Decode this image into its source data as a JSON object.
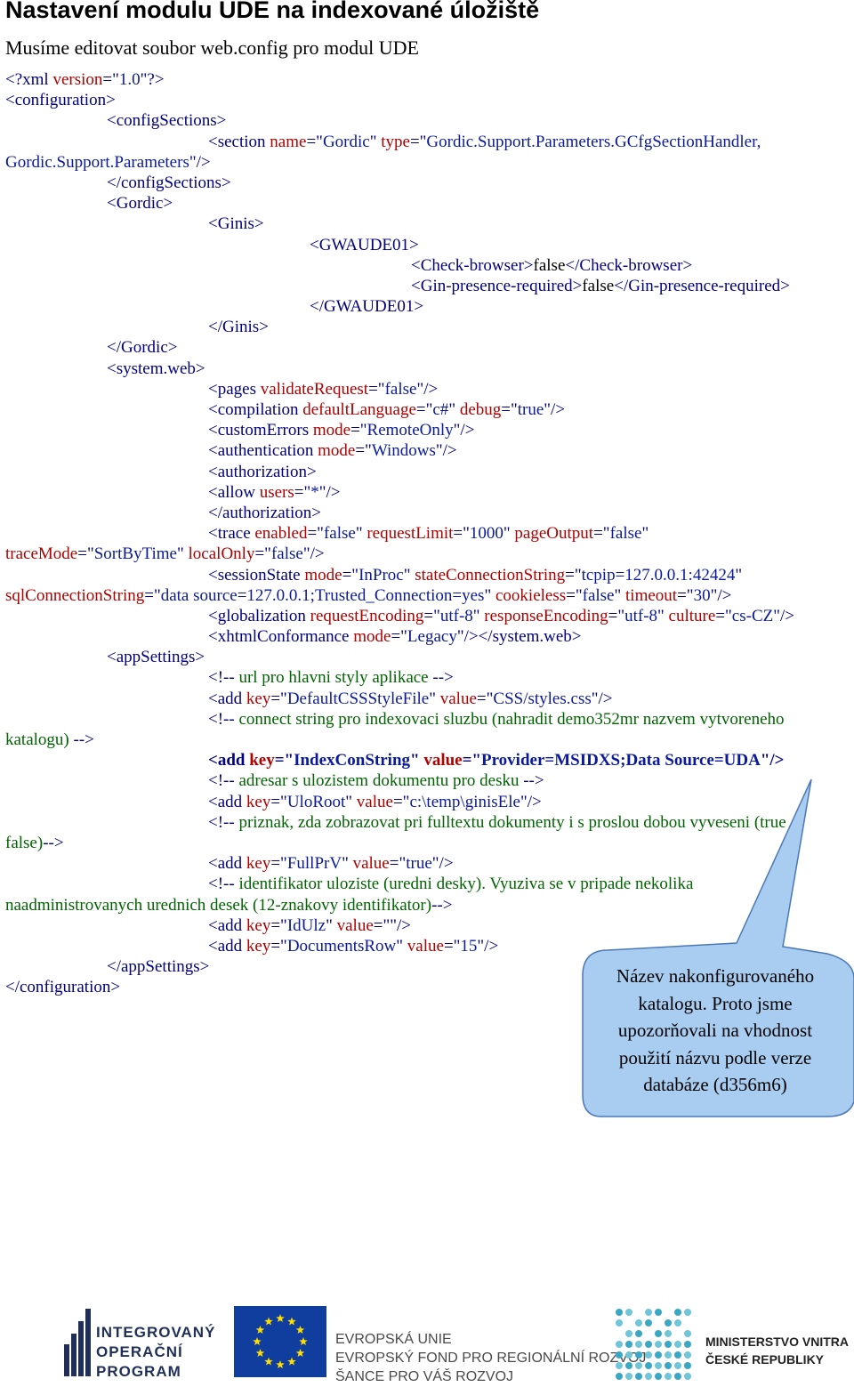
{
  "heading": "Nastavení modulu UDE na indexované úložiště",
  "intro": "Musíme editovat soubor web.config pro modul UDE",
  "code_lines": [
    {
      "indent": 0,
      "segs": [
        [
          "br",
          "<?"
        ],
        [
          "tg",
          "xml "
        ],
        [
          "an",
          "version"
        ],
        [
          "br",
          "=\""
        ],
        [
          "av",
          "1.0"
        ],
        [
          "br",
          "\"?>"
        ]
      ]
    },
    {
      "indent": 0,
      "segs": [
        [
          "br",
          "<"
        ],
        [
          "tg",
          "configuration"
        ],
        [
          "br",
          ">"
        ]
      ]
    },
    {
      "indent": 1,
      "segs": [
        [
          "br",
          "<"
        ],
        [
          "tg",
          "configSections"
        ],
        [
          "br",
          ">"
        ]
      ]
    },
    {
      "indent": 2,
      "segs": [
        [
          "br",
          "<"
        ],
        [
          "tg",
          "section "
        ],
        [
          "an",
          "name"
        ],
        [
          "br",
          "=\""
        ],
        [
          "av",
          "Gordic"
        ],
        [
          "br",
          "\" "
        ],
        [
          "an",
          "type"
        ],
        [
          "br",
          "=\""
        ],
        [
          "av",
          "Gordic.Support.Parameters.GCfgSectionHandler,"
        ]
      ]
    },
    {
      "indent": 0,
      "segs": [
        [
          "av",
          "Gordic.Support.Parameters"
        ],
        [
          "br",
          "\"/>"
        ]
      ]
    },
    {
      "indent": 1,
      "segs": [
        [
          "br",
          "</"
        ],
        [
          "tg",
          "configSections"
        ],
        [
          "br",
          ">"
        ]
      ]
    },
    {
      "indent": 1,
      "segs": [
        [
          "br",
          "<"
        ],
        [
          "tg",
          "Gordic"
        ],
        [
          "br",
          ">"
        ]
      ]
    },
    {
      "indent": 2,
      "segs": [
        [
          "br",
          "<"
        ],
        [
          "tg",
          "Ginis"
        ],
        [
          "br",
          ">"
        ]
      ]
    },
    {
      "indent": 3,
      "segs": [
        [
          "br",
          "<"
        ],
        [
          "tg",
          "GWAUDE01"
        ],
        [
          "br",
          ">"
        ]
      ]
    },
    {
      "indent": 4,
      "segs": [
        [
          "br",
          "<"
        ],
        [
          "tg",
          "Check-browser"
        ],
        [
          "br",
          ">"
        ],
        [
          "tx",
          "false"
        ],
        [
          "br",
          "</"
        ],
        [
          "tg",
          "Check-browser"
        ],
        [
          "br",
          ">"
        ]
      ]
    },
    {
      "indent": 4,
      "segs": [
        [
          "br",
          "<"
        ],
        [
          "tg",
          "Gin-presence-required"
        ],
        [
          "br",
          ">"
        ],
        [
          "tx",
          "false"
        ],
        [
          "br",
          "</"
        ],
        [
          "tg",
          "Gin-presence-required"
        ],
        [
          "br",
          ">"
        ]
      ]
    },
    {
      "indent": 3,
      "segs": [
        [
          "br",
          "</"
        ],
        [
          "tg",
          "GWAUDE01"
        ],
        [
          "br",
          ">"
        ]
      ]
    },
    {
      "indent": 2,
      "segs": [
        [
          "br",
          "</"
        ],
        [
          "tg",
          "Ginis"
        ],
        [
          "br",
          ">"
        ]
      ]
    },
    {
      "indent": 1,
      "segs": [
        [
          "br",
          "</"
        ],
        [
          "tg",
          "Gordic"
        ],
        [
          "br",
          ">"
        ]
      ]
    },
    {
      "indent": 1,
      "segs": [
        [
          "br",
          "<"
        ],
        [
          "tg",
          "system.web"
        ],
        [
          "br",
          ">"
        ]
      ]
    },
    {
      "indent": 2,
      "segs": [
        [
          "br",
          "<"
        ],
        [
          "tg",
          "pages "
        ],
        [
          "an",
          "validateRequest"
        ],
        [
          "br",
          "=\""
        ],
        [
          "av",
          "false"
        ],
        [
          "br",
          "\"/>"
        ]
      ]
    },
    {
      "indent": 2,
      "segs": [
        [
          "br",
          "<"
        ],
        [
          "tg",
          "compilation "
        ],
        [
          "an",
          "defaultLanguage"
        ],
        [
          "br",
          "=\""
        ],
        [
          "av",
          "c#"
        ],
        [
          "br",
          "\" "
        ],
        [
          "an",
          "debug"
        ],
        [
          "br",
          "=\""
        ],
        [
          "av",
          "true"
        ],
        [
          "br",
          "\"/>"
        ]
      ]
    },
    {
      "indent": 2,
      "segs": [
        [
          "br",
          "<"
        ],
        [
          "tg",
          "customErrors "
        ],
        [
          "an",
          "mode"
        ],
        [
          "br",
          "=\""
        ],
        [
          "av",
          "RemoteOnly"
        ],
        [
          "br",
          "\"/>"
        ]
      ]
    },
    {
      "indent": 2,
      "segs": [
        [
          "br",
          "<"
        ],
        [
          "tg",
          "authentication "
        ],
        [
          "an",
          "mode"
        ],
        [
          "br",
          "=\""
        ],
        [
          "av",
          "Windows"
        ],
        [
          "br",
          "\"/>"
        ]
      ]
    },
    {
      "indent": 2,
      "segs": [
        [
          "br",
          "<"
        ],
        [
          "tg",
          "authorization"
        ],
        [
          "br",
          ">"
        ]
      ]
    },
    {
      "indent": 2,
      "segs": [
        [
          "br",
          "<"
        ],
        [
          "tg",
          "allow "
        ],
        [
          "an",
          "users"
        ],
        [
          "br",
          "=\""
        ],
        [
          "av",
          "*"
        ],
        [
          "br",
          "\"/>"
        ]
      ]
    },
    {
      "indent": 2,
      "segs": [
        [
          "br",
          "</"
        ],
        [
          "tg",
          "authorization"
        ],
        [
          "br",
          ">"
        ]
      ]
    },
    {
      "indent": 2,
      "segs": [
        [
          "br",
          "<"
        ],
        [
          "tg",
          "trace "
        ],
        [
          "an",
          "enabled"
        ],
        [
          "br",
          "=\""
        ],
        [
          "av",
          "false"
        ],
        [
          "br",
          "\" "
        ],
        [
          "an",
          "requestLimit"
        ],
        [
          "br",
          "=\""
        ],
        [
          "av",
          "1000"
        ],
        [
          "br",
          "\" "
        ],
        [
          "an",
          "pageOutput"
        ],
        [
          "br",
          "=\""
        ],
        [
          "av",
          "false"
        ],
        [
          "br",
          "\""
        ]
      ]
    },
    {
      "indent": 0,
      "segs": [
        [
          "an",
          "traceMode"
        ],
        [
          "br",
          "=\""
        ],
        [
          "av",
          "SortByTime"
        ],
        [
          "br",
          "\" "
        ],
        [
          "an",
          "localOnly"
        ],
        [
          "br",
          "=\""
        ],
        [
          "av",
          "false"
        ],
        [
          "br",
          "\"/>"
        ]
      ]
    },
    {
      "indent": 2,
      "segs": [
        [
          "br",
          "<"
        ],
        [
          "tg",
          "sessionState "
        ],
        [
          "an",
          "mode"
        ],
        [
          "br",
          "=\""
        ],
        [
          "av",
          "InProc"
        ],
        [
          "br",
          "\" "
        ],
        [
          "an",
          "stateConnectionString"
        ],
        [
          "br",
          "=\""
        ],
        [
          "av",
          "tcpip=127.0.0.1:42424"
        ],
        [
          "br",
          "\""
        ]
      ]
    },
    {
      "indent": 0,
      "segs": [
        [
          "an",
          "sqlConnectionString"
        ],
        [
          "br",
          "=\""
        ],
        [
          "av",
          "data source=127.0.0.1;Trusted_Connection=yes"
        ],
        [
          "br",
          "\" "
        ],
        [
          "an",
          "cookieless"
        ],
        [
          "br",
          "=\""
        ],
        [
          "av",
          "false"
        ],
        [
          "br",
          "\" "
        ],
        [
          "an",
          "timeout"
        ],
        [
          "br",
          "=\""
        ],
        [
          "av",
          "30"
        ],
        [
          "br",
          "\"/>"
        ]
      ]
    },
    {
      "indent": 2,
      "segs": [
        [
          "br",
          "<"
        ],
        [
          "tg",
          "globalization "
        ],
        [
          "an",
          "requestEncoding"
        ],
        [
          "br",
          "=\""
        ],
        [
          "av",
          "utf-8"
        ],
        [
          "br",
          "\" "
        ],
        [
          "an",
          "responseEncoding"
        ],
        [
          "br",
          "=\""
        ],
        [
          "av",
          "utf-8"
        ],
        [
          "br",
          "\" "
        ],
        [
          "an",
          "culture"
        ],
        [
          "br",
          "=\""
        ],
        [
          "av",
          "cs-CZ"
        ],
        [
          "br",
          "\"/>"
        ]
      ]
    },
    {
      "indent": 2,
      "segs": [
        [
          "br",
          "<"
        ],
        [
          "tg",
          "xhtmlConformance "
        ],
        [
          "an",
          "mode"
        ],
        [
          "br",
          "=\""
        ],
        [
          "av",
          "Legacy"
        ],
        [
          "br",
          "\"/></"
        ],
        [
          "tg",
          "system.web"
        ],
        [
          "br",
          ">"
        ]
      ]
    },
    {
      "indent": 1,
      "segs": [
        [
          "br",
          "<"
        ],
        [
          "tg",
          "appSettings"
        ],
        [
          "br",
          ">"
        ]
      ]
    },
    {
      "indent": 2,
      "segs": [
        [
          "br",
          "<!--"
        ],
        [
          "cm",
          " url pro hlavni styly aplikace "
        ],
        [
          "br",
          "-->"
        ]
      ]
    },
    {
      "indent": 2,
      "segs": [
        [
          "br",
          "<"
        ],
        [
          "tg",
          "add "
        ],
        [
          "an",
          "key"
        ],
        [
          "br",
          "=\""
        ],
        [
          "av",
          "DefaultCSSStyleFile"
        ],
        [
          "br",
          "\" "
        ],
        [
          "an",
          "value"
        ],
        [
          "br",
          "=\""
        ],
        [
          "av",
          "CSS/styles.css"
        ],
        [
          "br",
          "\"/>"
        ]
      ]
    },
    {
      "indent": 2,
      "segs": [
        [
          "br",
          "<!--"
        ],
        [
          "cm",
          " connect string pro indexovaci sluzbu (nahradit demo352mr nazvem vytvoreneho"
        ]
      ]
    },
    {
      "indent": 0,
      "segs": [
        [
          "cm",
          "katalogu) "
        ],
        [
          "br",
          "-->"
        ]
      ]
    },
    {
      "indent": 2,
      "bold": true,
      "segs": [
        [
          "br",
          "<"
        ],
        [
          "tg",
          "add "
        ],
        [
          "an",
          "key"
        ],
        [
          "br",
          "=\""
        ],
        [
          "av",
          "IndexConString"
        ],
        [
          "br",
          "\" "
        ],
        [
          "an",
          "value"
        ],
        [
          "br",
          "=\""
        ],
        [
          "av",
          "Provider=MSIDXS;Data Source=UDA"
        ],
        [
          "br",
          "\"/>"
        ]
      ]
    },
    {
      "indent": 2,
      "segs": [
        [
          "br",
          "<!--"
        ],
        [
          "cm",
          " adresar s ulozistem dokumentu pro desku "
        ],
        [
          "br",
          "-->"
        ]
      ]
    },
    {
      "indent": 2,
      "segs": [
        [
          "br",
          "<"
        ],
        [
          "tg",
          "add "
        ],
        [
          "an",
          "key"
        ],
        [
          "br",
          "=\""
        ],
        [
          "av",
          "UloRoot"
        ],
        [
          "br",
          "\" "
        ],
        [
          "an",
          "value"
        ],
        [
          "br",
          "=\""
        ],
        [
          "av",
          "c:\\temp\\ginisEle"
        ],
        [
          "br",
          "\"/>"
        ]
      ]
    },
    {
      "indent": 2,
      "segs": [
        [
          "br",
          "<!--"
        ],
        [
          "cm",
          " priznak, zda zobrazovat pri fulltextu dokumenty i s proslou dobou vyveseni (true /"
        ]
      ]
    },
    {
      "indent": 0,
      "segs": [
        [
          "cm",
          "false)"
        ],
        [
          "br",
          "-->"
        ]
      ]
    },
    {
      "indent": 2,
      "segs": [
        [
          "br",
          "<"
        ],
        [
          "tg",
          "add "
        ],
        [
          "an",
          "key"
        ],
        [
          "br",
          "=\""
        ],
        [
          "av",
          "FullPrV"
        ],
        [
          "br",
          "\" "
        ],
        [
          "an",
          "value"
        ],
        [
          "br",
          "=\""
        ],
        [
          "av",
          "true"
        ],
        [
          "br",
          "\"/>"
        ]
      ]
    },
    {
      "indent": 2,
      "segs": [
        [
          "br",
          "<!--"
        ],
        [
          "cm",
          " identifikator uloziste (uredni desky). Vyuziva se v pripade nekolika"
        ]
      ]
    },
    {
      "indent": 0,
      "segs": [
        [
          "cm",
          "naadministrovanych urednich desek (12-znakovy identifikator)"
        ],
        [
          "br",
          "-->"
        ]
      ]
    },
    {
      "indent": 2,
      "segs": [
        [
          "br",
          "<"
        ],
        [
          "tg",
          "add "
        ],
        [
          "an",
          "key"
        ],
        [
          "br",
          "=\""
        ],
        [
          "av",
          "IdUlz"
        ],
        [
          "br",
          "\" "
        ],
        [
          "an",
          "value"
        ],
        [
          "br",
          "=\"\"/>"
        ]
      ]
    },
    {
      "indent": 2,
      "segs": [
        [
          "br",
          "<"
        ],
        [
          "tg",
          "add "
        ],
        [
          "an",
          "key"
        ],
        [
          "br",
          "=\""
        ],
        [
          "av",
          "DocumentsRow"
        ],
        [
          "br",
          "\" "
        ],
        [
          "an",
          "value"
        ],
        [
          "br",
          "=\""
        ],
        [
          "av",
          "15"
        ],
        [
          "br",
          "\"/>"
        ]
      ]
    },
    {
      "indent": 1,
      "segs": [
        [
          "br",
          "</"
        ],
        [
          "tg",
          "appSettings"
        ],
        [
          "br",
          ">"
        ]
      ]
    },
    {
      "indent": 0,
      "segs": [
        [
          "br",
          "</"
        ],
        [
          "tg",
          "configuration"
        ],
        [
          "br",
          ">"
        ]
      ]
    }
  ],
  "callout": {
    "lines": [
      "Název nakonfigurovaného",
      "katalogu. Proto jsme",
      "upozorňovali na vhodnost",
      "použití názvu podle verze",
      "databáze (d356m6)"
    ],
    "fill": "#a9cdf0",
    "stroke": "#4a78b8"
  },
  "footer": {
    "iop_lines": [
      "INTEGROVANÝ",
      "OPERAČNÍ",
      "PROGRAM"
    ],
    "eu_lines": [
      "EVROPSKÁ UNIE",
      "EVROPSKÝ FOND PRO REGIONÁLNÍ ROZVOJ",
      "ŠANCE PRO VÁŠ ROZVOJ"
    ],
    "mv_lines": [
      "MINISTERSTVO VNITRA",
      "ČESKÉ REPUBLIKY"
    ],
    "eu_flag_color": "#0f3e9e",
    "eu_star_color": "#ffdd00"
  },
  "colors": {
    "tag": "#000080",
    "attr_name": "#b00000",
    "attr_value": "#0a1a9a",
    "comment": "#006400"
  }
}
